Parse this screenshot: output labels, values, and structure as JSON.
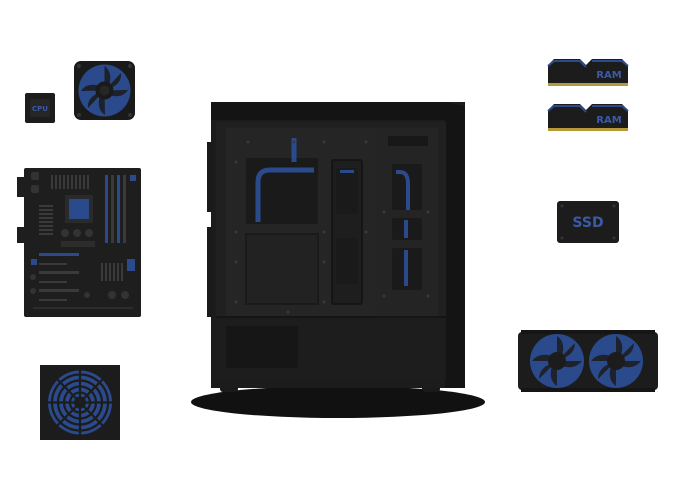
{
  "colors": {
    "background": "#ffffff",
    "case_body": "#1c1c1c",
    "case_dark": "#141414",
    "panel": "#222222",
    "accent_blue": "#2a4a8c",
    "label_blue": "#3a5aa8",
    "gold": "#b59a3c",
    "shadow": "#111111"
  },
  "parts": {
    "cpu": {
      "label": "CPU",
      "icon": "cpu-chip-icon"
    },
    "cpu_fan": {
      "icon": "fan-icon"
    },
    "motherboard": {
      "icon": "motherboard-icon"
    },
    "psu": {
      "icon": "power-supply-fan-icon"
    },
    "pc_case": {
      "icon": "pc-case-icon"
    },
    "ram_1": {
      "label": "RAM",
      "icon": "ram-stick-icon"
    },
    "ram_2": {
      "label": "RAM",
      "icon": "ram-stick-icon"
    },
    "ssd": {
      "label": "SSD",
      "icon": "ssd-icon"
    },
    "radiator": {
      "icon": "radiator-dual-fan-icon"
    }
  }
}
